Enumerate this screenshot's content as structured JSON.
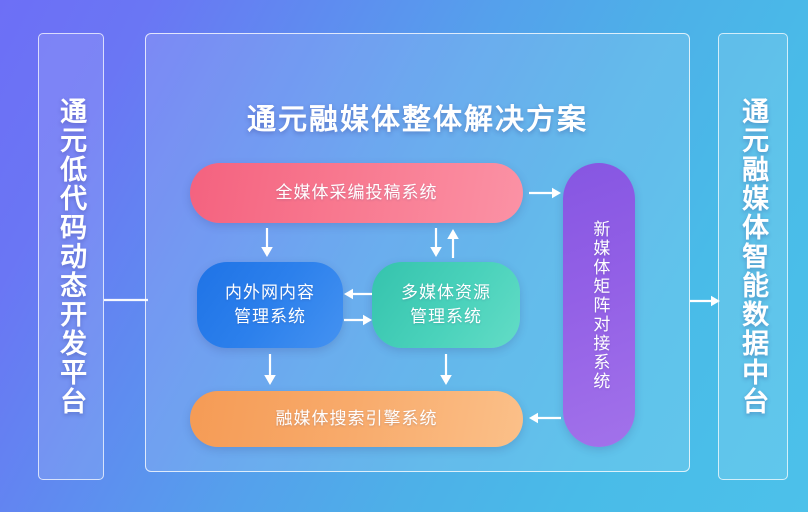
{
  "diagram": {
    "title": "通元融媒体整体解决方案",
    "background_colors": {
      "from": "#6d6ff6",
      "to": "#4cc1ea"
    },
    "left_panel": {
      "label": "通元低代码动态开发平台"
    },
    "right_panel": {
      "label": "通元融媒体智能数据中台"
    },
    "nodes": [
      {
        "id": "collect",
        "label": "全媒体采编投稿系统",
        "color": "#f4627f",
        "orientation": "horizontal"
      },
      {
        "id": "cms",
        "label": "内外网内容\n管理系统",
        "line1": "内外网内容",
        "line2": "管理系统",
        "color": "#1f73e6",
        "orientation": "horizontal"
      },
      {
        "id": "mam",
        "label": "多媒体资源\n管理系统",
        "line1": "多媒体资源",
        "line2": "管理系统",
        "color": "#35c3ad",
        "orientation": "horizontal"
      },
      {
        "id": "search",
        "label": "融媒体搜索引擎系统",
        "color": "#f59b55",
        "orientation": "horizontal"
      },
      {
        "id": "matrix",
        "label": "新媒体矩阵对接系统",
        "color": "#8656e2",
        "orientation": "vertical"
      }
    ],
    "connectors": [
      {
        "id": "left-panel-to-main",
        "from": "左面板",
        "to": "整体解决方案",
        "direction": "right",
        "arrowhead": false
      },
      {
        "id": "collect-to-cms",
        "from": "全媒体采编投稿系统",
        "to": "内外网内容管理系统",
        "direction": "down",
        "arrowhead": true
      },
      {
        "id": "collect-to-mam",
        "from": "全媒体采编投稿系统",
        "to": "多媒体资源管理系统",
        "direction": "down",
        "arrowhead": true
      },
      {
        "id": "mam-to-collect",
        "from": "多媒体资源管理系统",
        "to": "全媒体采编投稿系统",
        "direction": "up",
        "arrowhead": true
      },
      {
        "id": "mam-to-cms",
        "from": "多媒体资源管理系统",
        "to": "内外网内容管理系统",
        "direction": "left",
        "arrowhead": true
      },
      {
        "id": "cms-to-mam",
        "from": "内外网内容管理系统",
        "to": "多媒体资源管理系统",
        "direction": "right",
        "arrowhead": true
      },
      {
        "id": "cms-to-search",
        "from": "内外网内容管理系统",
        "to": "融媒体搜索引擎系统",
        "direction": "down",
        "arrowhead": true
      },
      {
        "id": "mam-to-search",
        "from": "多媒体资源管理系统",
        "to": "融媒体搜索引擎系统",
        "direction": "down",
        "arrowhead": true
      },
      {
        "id": "collect-to-matrix",
        "from": "全媒体采编投稿系统",
        "to": "新媒体矩阵对接系统",
        "direction": "right",
        "arrowhead": true
      },
      {
        "id": "matrix-to-search",
        "from": "新媒体矩阵对接系统",
        "to": "融媒体搜索引擎系统",
        "direction": "left",
        "arrowhead": true
      },
      {
        "id": "main-to-right-panel",
        "from": "整体解决方案",
        "to": "右面板",
        "direction": "right",
        "arrowhead": true
      }
    ]
  }
}
